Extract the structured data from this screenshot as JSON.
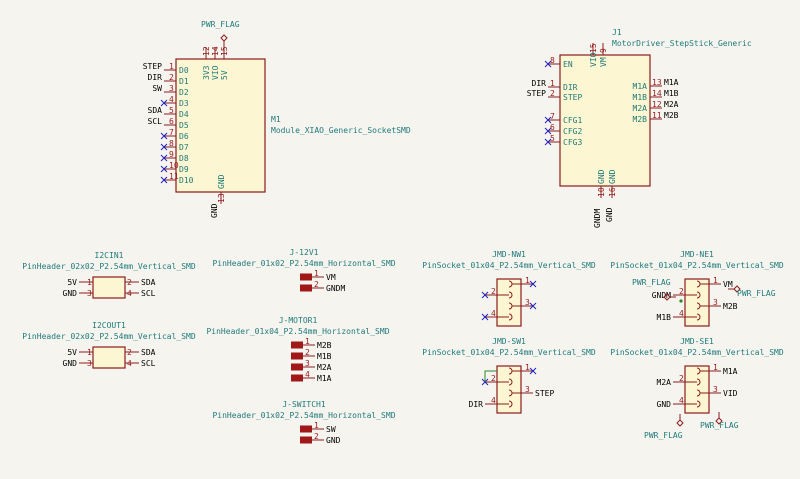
{
  "m1": {
    "ref": "M1",
    "value": "Module_XIAO_Generic_SocketSMD",
    "left_pins": [
      {
        "num": "1",
        "name": "D0",
        "net": "STEP"
      },
      {
        "num": "2",
        "name": "D1",
        "net": "DIR"
      },
      {
        "num": "3",
        "name": "D2",
        "net": "SW"
      },
      {
        "num": "4",
        "name": "D3",
        "net": ""
      },
      {
        "num": "5",
        "name": "D4",
        "net": "SDA"
      },
      {
        "num": "6",
        "name": "D5",
        "net": "SCL"
      },
      {
        "num": "7",
        "name": "D6",
        "net": ""
      },
      {
        "num": "8",
        "name": "D7",
        "net": ""
      },
      {
        "num": "9",
        "name": "D8",
        "net": ""
      },
      {
        "num": "10",
        "name": "D9",
        "net": ""
      },
      {
        "num": "11",
        "name": "D10",
        "net": ""
      }
    ],
    "top_pins": [
      {
        "num": "12",
        "name": "3V3"
      },
      {
        "num": "14",
        "name": "VIO"
      },
      {
        "num": "15",
        "name": "5V"
      }
    ],
    "bottom_pin": {
      "num": "13",
      "name": "GND"
    },
    "top_flag": "PWR_FLAG"
  },
  "j1": {
    "ref": "J1",
    "value": "MotorDriver_StepStick_Generic",
    "left_pins": [
      {
        "num": "8",
        "name": "EN",
        "net": ""
      },
      {
        "num": "1",
        "name": "DIR",
        "net": "DIR"
      },
      {
        "num": "2",
        "name": "STEP",
        "net": "STEP"
      },
      {
        "num": "7",
        "name": "CFG1",
        "net": ""
      },
      {
        "num": "6",
        "name": "CFG2",
        "net": ""
      },
      {
        "num": "5",
        "name": "CFG3",
        "net": ""
      }
    ],
    "right_pins": [
      {
        "num": "13",
        "name": "M1A"
      },
      {
        "num": "14",
        "name": "M1B"
      },
      {
        "num": "12",
        "name": "M2A"
      },
      {
        "num": "11",
        "name": "M2B"
      }
    ],
    "top_pins": [
      {
        "num": "15",
        "name": "VIO"
      },
      {
        "num": "9",
        "name": "VM"
      }
    ],
    "bottom_pins": [
      {
        "num": "10",
        "name": "GND"
      },
      {
        "num": "16",
        "name": "GND"
      }
    ]
  },
  "i2cin": {
    "ref": "I2CIN1",
    "value": "PinHeader_02x02_P2.54mm_Vertical_SMD",
    "rows": [
      {
        "ln": "5V",
        "lp": "1",
        "rp": "2",
        "rn": "SDA"
      },
      {
        "ln": "GND",
        "lp": "3",
        "rp": "4",
        "rn": "SCL"
      }
    ]
  },
  "i2cout": {
    "ref": "I2COUT1",
    "value": "PinHeader_02x02_P2.54mm_Vertical_SMD",
    "rows": [
      {
        "ln": "5V",
        "lp": "1",
        "rp": "2",
        "rn": "SDA"
      },
      {
        "ln": "GND",
        "lp": "3",
        "rp": "4",
        "rn": "SCL"
      }
    ]
  },
  "j12v": {
    "ref": "J-12V1",
    "value": "PinHeader_01x02_P2.54mm_Horizontal_SMD",
    "pins": [
      {
        "num": "1",
        "net": "VM"
      },
      {
        "num": "2",
        "net": "GNDM"
      }
    ]
  },
  "jmotor": {
    "ref": "J-MOTOR1",
    "value": "PinHeader_01x04_P2.54mm_Horizontal_SMD",
    "pins": [
      {
        "num": "1",
        "net": "M2B"
      },
      {
        "num": "2",
        "net": "M1B"
      },
      {
        "num": "3",
        "net": "M2A"
      },
      {
        "num": "4",
        "net": "M1A"
      }
    ]
  },
  "jswitch": {
    "ref": "J-SWITCH1",
    "value": "PinHeader_01x02_P2.54mm_Horizontal_SMD",
    "pins": [
      {
        "num": "1",
        "net": "SW"
      },
      {
        "num": "2",
        "net": "GND"
      }
    ]
  },
  "jmdnw": {
    "ref": "JMD-NW1",
    "value": "PinSocket_01x04_P2.54mm_Vertical_SMD",
    "pins": [
      {
        "num": "1",
        "net": ""
      },
      {
        "num": "2",
        "net": ""
      },
      {
        "num": "3",
        "net": ""
      },
      {
        "num": "4",
        "net": ""
      }
    ]
  },
  "jmdne": {
    "ref": "JMD-NE1",
    "value": "PinSocket_01x04_P2.54mm_Vertical_SMD",
    "pins": [
      {
        "num": "1",
        "net": "VM"
      },
      {
        "num": "2",
        "net": "GNDM"
      },
      {
        "num": "3",
        "net": "M2B"
      },
      {
        "num": "4",
        "net": "M1B"
      }
    ],
    "flag_top": "PWR_FLAG",
    "flag_right": "PWR_FLAG"
  },
  "jmdsw": {
    "ref": "JMD-SW1",
    "value": "PinSocket_01x04_P2.54mm_Vertical_SMD",
    "pins": [
      {
        "num": "1",
        "net": ""
      },
      {
        "num": "2",
        "net": ""
      },
      {
        "num": "3",
        "net": "STEP"
      },
      {
        "num": "4",
        "net": "DIR"
      }
    ]
  },
  "jmdse": {
    "ref": "JMD-SE1",
    "value": "PinSocket_01x04_P2.54mm_Vertical_SMD",
    "pins": [
      {
        "num": "1",
        "net": "M1A"
      },
      {
        "num": "2",
        "net": "M2A"
      },
      {
        "num": "3",
        "net": "VID"
      },
      {
        "num": "4",
        "net": "GND"
      }
    ],
    "flag_left": "PWR_FLAG",
    "flag_right": "PWR_FLAG"
  },
  "colors": {
    "background": "#f5f4ef",
    "body_fill": "#fcf6d2",
    "body_stroke": "#8b1d1d",
    "wire": "#2a8a2a",
    "noconnect": "#2020c0",
    "label": "#1f7a7a"
  }
}
